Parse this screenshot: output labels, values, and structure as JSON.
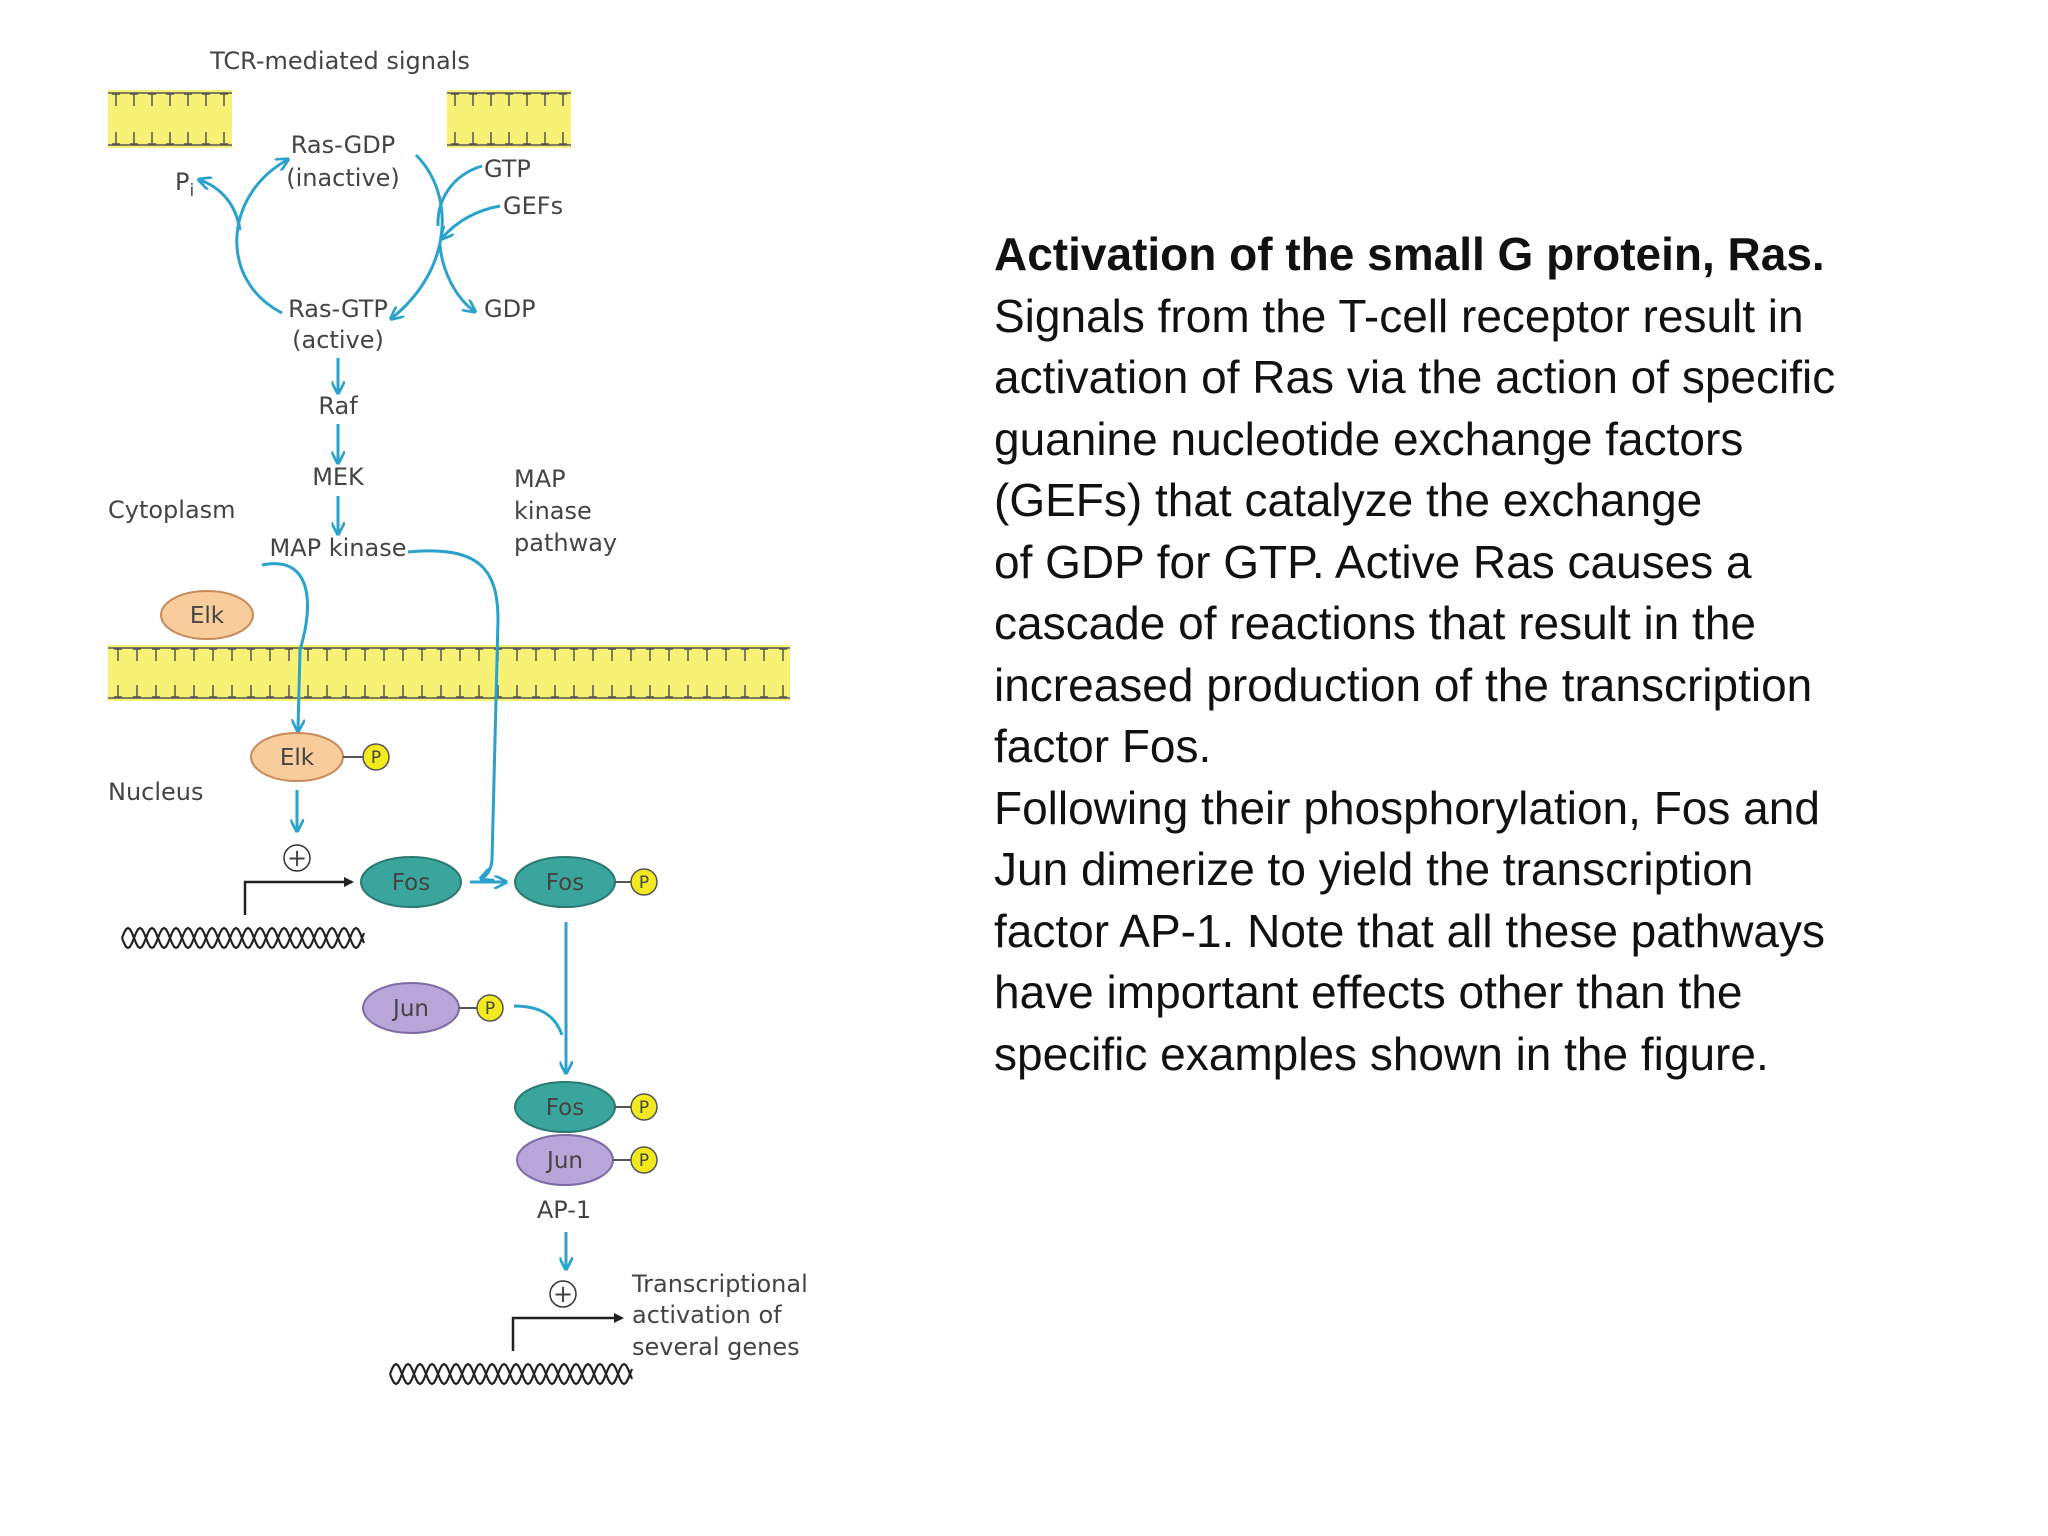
{
  "diagram": {
    "tcr_label": "TCR-mediated signals",
    "ras_gdp": "Ras-GDP",
    "inactive": "(inactive)",
    "ras_gtp": "Ras-GTP",
    "active": "(active)",
    "pi": "P",
    "pi_sub": "i",
    "gtp": "GTP",
    "gefs": "GEFs",
    "gdp": "GDP",
    "raf": "Raf",
    "mek": "MEK",
    "map_kinase": "MAP kinase",
    "cytoplasm": "Cytoplasm",
    "pathway_line1": "MAP",
    "pathway_line2": "kinase",
    "pathway_line3": "pathway",
    "nucleus": "Nucleus",
    "elk": "Elk",
    "fos": "Fos",
    "jun": "Jun",
    "p": "P",
    "plus": "+",
    "ap1": "AP-1",
    "outcome_line1": "Transcriptional",
    "outcome_line2": "activation of",
    "outcome_line3": "several genes",
    "colors": {
      "membrane": "#f7f176",
      "arrow": "#2aa2cc",
      "elk": "#f9cc9c",
      "fos": "#3aa59c",
      "jun": "#b8a6d8",
      "phosphate": "#f2ea1f"
    }
  },
  "caption": {
    "title": "Activation of the small G protein, Ras.",
    "lines": [
      "Signals from the T-cell receptor result in",
      "activation of Ras via the action of specific",
      "guanine nucleotide exchange factors",
      "(GEFs) that catalyze the exchange",
      "of GDP for GTP. Active Ras causes a",
      "cascade of reactions that result in the",
      "increased production of the transcription",
      "factor Fos.",
      "Following their phosphorylation, Fos and",
      "Jun dimerize to yield the transcription",
      "factor AP-1. Note that all these pathways",
      "have important effects other than the",
      "specific examples shown in the figure."
    ]
  }
}
